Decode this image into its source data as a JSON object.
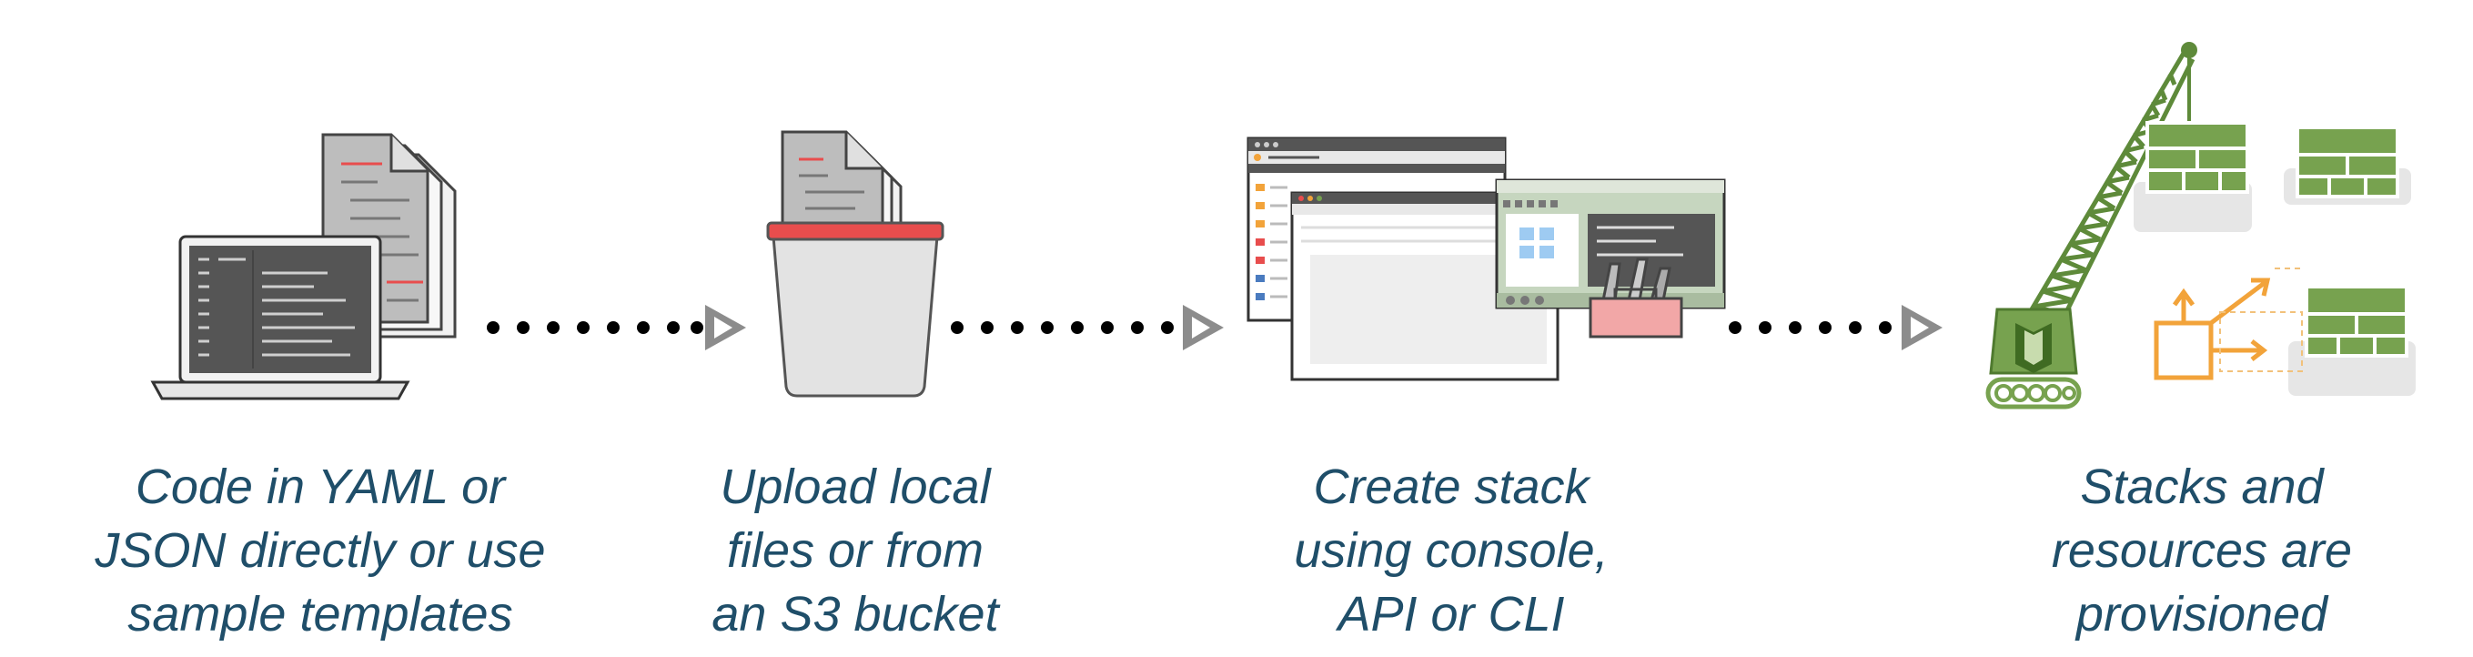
{
  "colors": {
    "caption": "#1f4e69",
    "dots": "#000000",
    "arrow": "#8c8c8c",
    "crane": "#77a24f",
    "red": "#e84d4d",
    "orange": "#f2a33a"
  },
  "steps": [
    {
      "icon": "laptop-code-icon",
      "caption": [
        "Code in YAML or",
        "JSON directly or use",
        "sample templates"
      ]
    },
    {
      "icon": "bucket-upload-icon",
      "caption": [
        "Upload local",
        "files or from",
        "an S3 bucket"
      ]
    },
    {
      "icon": "console-windows-icon",
      "caption": [
        "Create stack",
        "using console,",
        "API or CLI"
      ]
    },
    {
      "icon": "crane-provision-icon",
      "caption": [
        "Stacks and",
        "resources are",
        "provisioned"
      ]
    }
  ]
}
